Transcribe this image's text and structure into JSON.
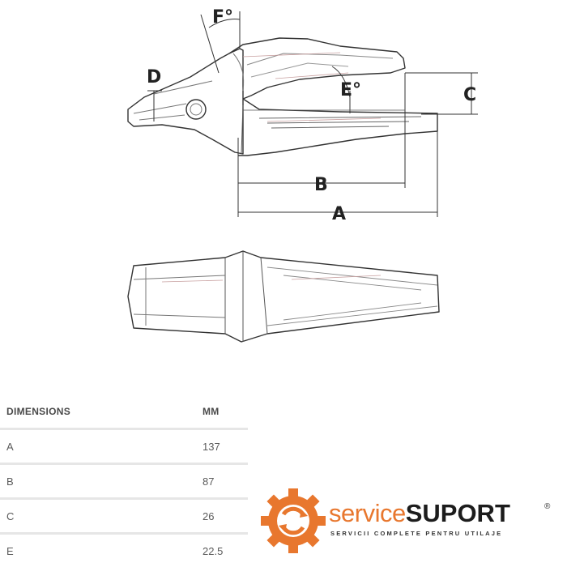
{
  "drawing": {
    "labels": {
      "a": "A",
      "b": "B",
      "c": "C",
      "d": "D",
      "e": "E°",
      "f": "F°"
    }
  },
  "table": {
    "headers": {
      "name": "DIMENSIONS",
      "unit": "MM"
    },
    "rows": [
      {
        "name": "A",
        "value": "137"
      },
      {
        "name": "B",
        "value": "87"
      },
      {
        "name": "C",
        "value": "26"
      },
      {
        "name": "E",
        "value": "22.5"
      }
    ]
  },
  "logo": {
    "brand_light": "service",
    "brand_bold": "SUPORT",
    "registered": "®",
    "tagline": "SERVICII COMPLETE PENTRU UTILAJE",
    "colors": {
      "accent": "#e8772e",
      "dark": "#1c1c1c"
    }
  }
}
